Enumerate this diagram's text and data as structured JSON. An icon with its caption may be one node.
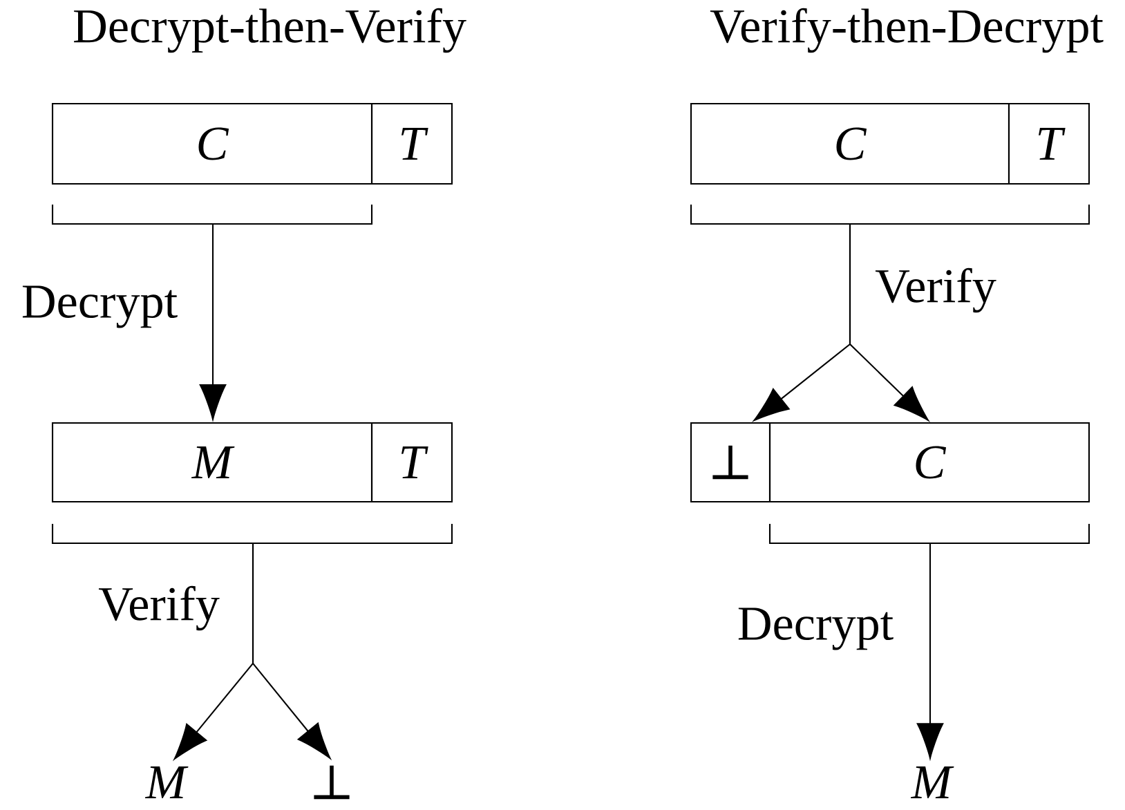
{
  "diagram": {
    "nodes": [
      {
        "text": [
          "C"
        ]
      },
      {
        "text": [
          "T"
        ]
      },
      {
        "text": [
          "M"
        ]
      },
      {
        "text": [
          "T"
        ]
      },
      {
        "text": [
          "M"
        ]
      },
      {
        "text": [
          "⊥"
        ]
      },
      {
        "text": [
          "C"
        ]
      },
      {
        "text": [
          "T"
        ]
      },
      {
        "text": [
          "⊥"
        ]
      },
      {
        "text": [
          "C"
        ]
      },
      {
        "text": [
          "M"
        ]
      }
    ],
    "edges": [
      {
        "from": 0,
        "to": 2,
        "arrow": "to",
        "label": "Decrypt"
      },
      {
        "from": 2,
        "to": 4,
        "arrow": "to",
        "label": "Verify"
      },
      {
        "from": 2,
        "to": 5,
        "arrow": "to"
      },
      {
        "from": 6,
        "to": 8,
        "arrow": "to",
        "label": "Verify"
      },
      {
        "from": 6,
        "to": 9,
        "arrow": "to"
      },
      {
        "from": 9,
        "to": 10,
        "arrow": "to",
        "label": "Decrypt"
      }
    ],
    "labels": [
      "Decrypt-then-Verify",
      "Verify-then-Decrypt"
    ]
  }
}
